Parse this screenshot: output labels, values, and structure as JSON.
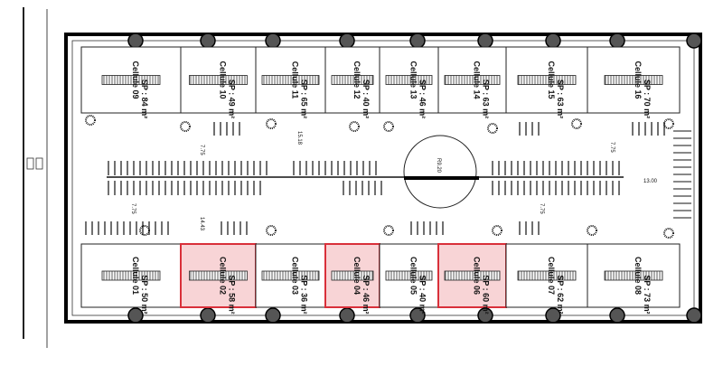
{
  "plan": {
    "highlight_color": "#d9303a",
    "highlight_fill": "#f6c9cc",
    "top_cells": [
      {
        "name": "Cellule 09",
        "area": "SP : 84 m²"
      },
      {
        "name": "Cellule 10",
        "area": "SP : 49 m²"
      },
      {
        "name": "Cellule 11",
        "area": "SP : 65 m²"
      },
      {
        "name": "Cellule 12",
        "area": "SP : 40 m²"
      },
      {
        "name": "Cellule 13",
        "area": "SP : 46 m²"
      },
      {
        "name": "Cellule 14",
        "area": "SP : 63 m²"
      },
      {
        "name": "Cellule 15",
        "area": "SP : 63 m²"
      },
      {
        "name": "Cellule 16",
        "area": "SP : 70 m²"
      }
    ],
    "bottom_cells": [
      {
        "name": "Cellule 01",
        "area": "SP : 50 m²",
        "highlighted": false
      },
      {
        "name": "Cellule 02",
        "area": "SP : 58 m²",
        "highlighted": true
      },
      {
        "name": "Cellule 03",
        "area": "SP : 36 m²",
        "highlighted": false
      },
      {
        "name": "Cellule 04",
        "area": "SP : 46 m²",
        "highlighted": true
      },
      {
        "name": "Cellule 05",
        "area": "SP : 40 m²",
        "highlighted": false
      },
      {
        "name": "Cellule 06",
        "area": "SP : 60 m²",
        "highlighted": true
      },
      {
        "name": "Cellule 07",
        "area": "SP : 62 m²",
        "highlighted": false
      },
      {
        "name": "Cellule 08",
        "area": "SP : 73 m²",
        "highlighted": false
      }
    ],
    "dimensions": [
      "7.75",
      "15.18",
      "7.75",
      "14.43",
      "7.75",
      "7.75",
      "13.00"
    ],
    "roundabout_label": "R9.20"
  }
}
